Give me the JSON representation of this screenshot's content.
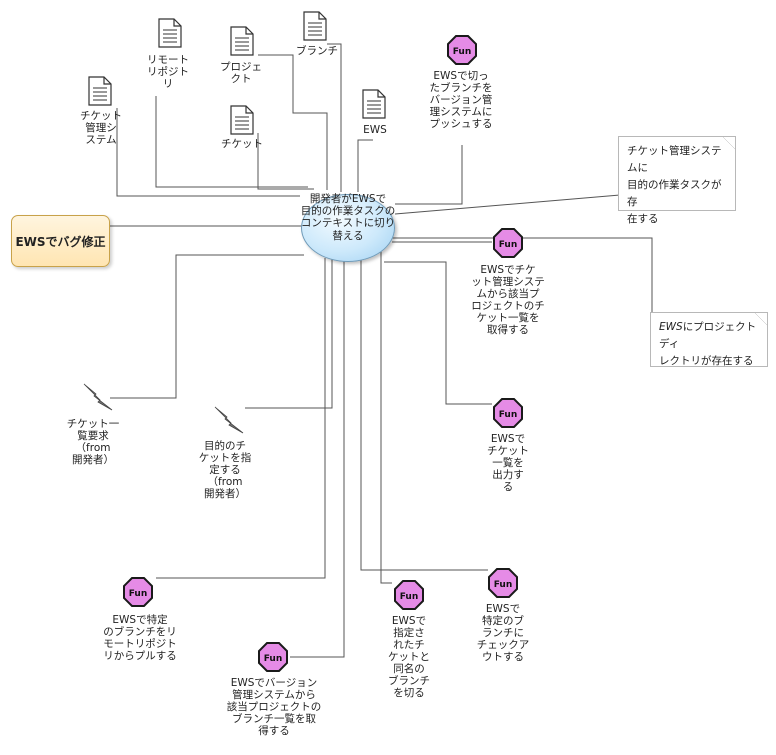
{
  "usecase": {
    "label": "EWSでバグ修正"
  },
  "center": {
    "label": "開発者がEWSで\n目的の作業タスクの\nコンテキストに切り\n替える"
  },
  "entities": {
    "ticket_system": "チケット\n管理シ\nステム",
    "remote_repo": "リモート\nリポジト\nリ",
    "project": "プロジェ\nクト",
    "branch": "ブランチ",
    "ticket": "チケット",
    "ews": "EWS"
  },
  "functions": {
    "push": "EWSで切っ\nたブランチを\nバージョン管\n理システムに\nプッシュする",
    "get_tickets": "EWSでチケ\nット管理システ\nムから該当プ\nロジェクトのチ\nケット一覧を\n取得する",
    "output_tickets": "EWSで\nチケット\n一覧を\n出力す\nる",
    "pull": "EWSで特定\nのブランチをリ\nモートリポジト\nリからプルする",
    "branch_list": "EWSでバージョン\n管理システムから\n該当プロジェクトの\nブランチ一覧を取\n得する",
    "cut_branch": "EWSで\n指定さ\nれたチ\nケットと\n同名の\nブランチ\nを切る",
    "checkout": "EWSで\n特定のブ\nランチに\nチェックア\nウトする"
  },
  "fun_icon_text": "Fun",
  "events": {
    "ticket_list_request": "チケット一\n覧要求\n（from\n開発者）",
    "ticket_specify": "目的のチ\nケットを指\n定する\n（from\n開発者）"
  },
  "notes": {
    "note1": "チケット管理システムに\n目的の作業タスクが存\n在する",
    "note2_italic": "EWS",
    "note2_rest": "にプロジェクトディ\nレクトリが存在する"
  },
  "colors": {
    "fun_fill": "#e58be6",
    "fun_stroke": "#1a1a1a",
    "center_fill": "#cde9fb",
    "usecase_fill": "#ffe5b2",
    "line": "#555555"
  }
}
